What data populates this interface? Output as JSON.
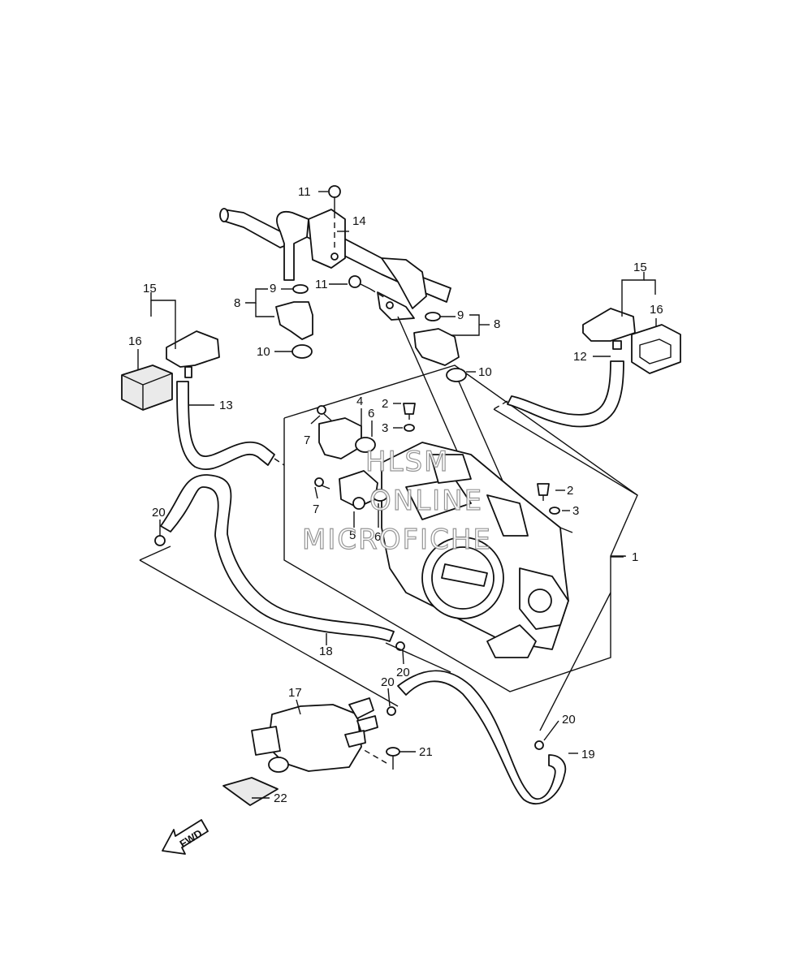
{
  "callouts": {
    "c1": "1",
    "c2a": "2",
    "c2b": "2",
    "c3a": "3",
    "c3b": "3",
    "c4": "4",
    "c5": "5",
    "c6a": "6",
    "c6b": "6",
    "c7a": "7",
    "c7b": "7",
    "c8a": "8",
    "c8b": "8",
    "c9a": "9",
    "c9b": "9",
    "c10a": "10",
    "c10b": "10",
    "c11a": "11",
    "c11b": "11",
    "c12": "12",
    "c13": "13",
    "c14": "14",
    "c15a": "15",
    "c15b": "15",
    "c16a": "16",
    "c16b": "16",
    "c17": "17",
    "c18": "18",
    "c19": "19",
    "c20a": "20",
    "c20b": "20",
    "c20c": "20",
    "c20d": "20",
    "c21": "21",
    "c22": "22"
  },
  "watermark": {
    "line1": "HLSM",
    "line2": "ONLINE",
    "line3": "MICROFICHE"
  },
  "fwd_label": "FWD"
}
